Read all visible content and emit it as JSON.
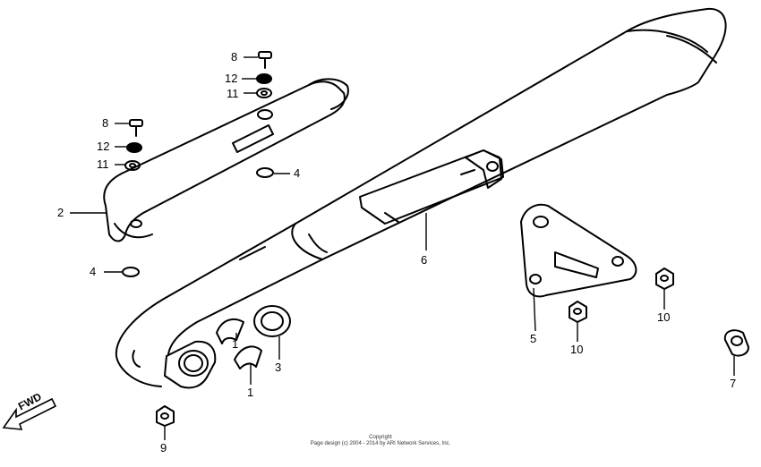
{
  "callouts": {
    "c8a": "8",
    "c12a": "12",
    "c11a": "11",
    "c8b": "8",
    "c12b": "12",
    "c11b": "11",
    "c4a": "4",
    "c2": "2",
    "c4b": "4",
    "c6": "6",
    "c1a": "1",
    "c1b": "1",
    "c3": "3",
    "c5": "5",
    "c10a": "10",
    "c10b": "10",
    "c7": "7",
    "c9": "9"
  },
  "direction_label": "FWD",
  "copyright_title": "Copyright",
  "copyright_line": "Page design (c) 2004 - 2014 by ARI Network Services, Inc."
}
